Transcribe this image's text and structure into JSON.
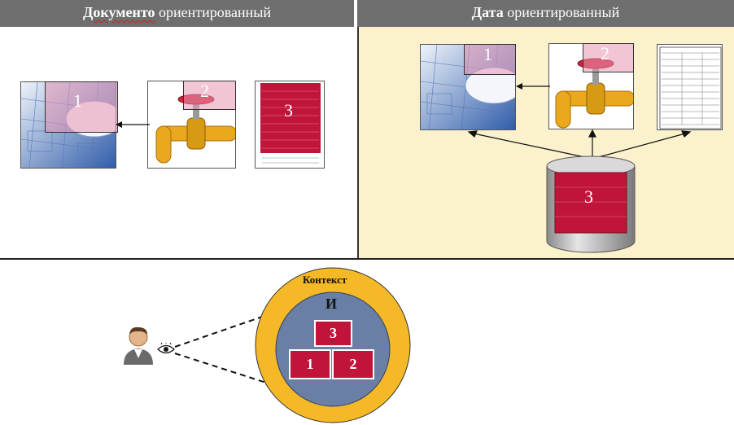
{
  "left_header": {
    "bold": "Документо",
    "rest": " ориентированный"
  },
  "right_header": {
    "bold": "Дата",
    "rest": " ориентированный"
  },
  "left_items": {
    "one": "1",
    "two": "2",
    "three": "3"
  },
  "right_items": {
    "one": "1",
    "two": "2",
    "three": "3"
  },
  "context": {
    "outer_label": "Контекст",
    "inner_label": "И",
    "block1": "1",
    "block2": "2",
    "block3": "3"
  },
  "colors": {
    "context_ring": "#f5b827",
    "context_core": "#6a7fa5",
    "block": "#c0143a",
    "data_panel": "#fbf1cc"
  }
}
